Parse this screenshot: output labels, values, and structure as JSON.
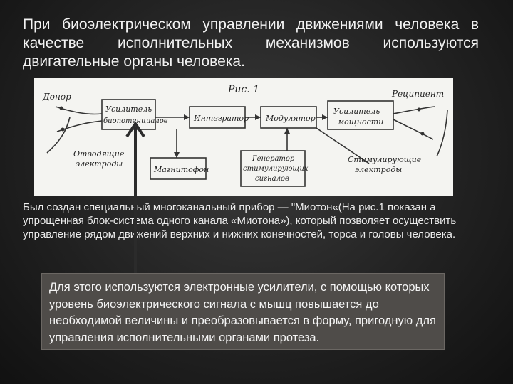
{
  "slide": {
    "title": "При биоэлектрическом управлении движениями человека в качестве исполнительных механизмов используются двигательные органы человека.",
    "body": "Был создан специальный многоканальный прибор — \"Миотон«(На рис.1 показан а упрощенная блок-система одного канала «Миотона»), который позволяет осуществить управление рядом движений верхних и нижних конечностей, торса и головы человека.",
    "callout": "Для этого используются электронные усилители, с помощью которых уровень биоэлектрического сигнала с мышц повышается до необходимой величины и преобразовывается в форму, пригодную для управления исполнительными органами протеза."
  },
  "figure": {
    "caption": "Рис. 1",
    "donor": "Донор",
    "recipient": "Реципиент",
    "boxes": {
      "amp_bio": [
        "Усилитель",
        "биопотенциалов"
      ],
      "integrator": "Интегратор",
      "modulator": "Модулятор",
      "amp_power": [
        "Усилитель",
        "мощности"
      ],
      "recorder": "Магнитофон",
      "generator": [
        "Генератор",
        "стимулирующих",
        "сигналов"
      ]
    },
    "labels": {
      "lead_electrodes": [
        "Отводящие",
        "электроды"
      ],
      "stim_electrodes": [
        "Стимулирующие",
        "электроды"
      ]
    }
  },
  "colors": {
    "background": "#262626",
    "callout_bg": "#4f4c49",
    "figure_bg": "#f4f4f1",
    "arrow": "#2b2b2b"
  }
}
